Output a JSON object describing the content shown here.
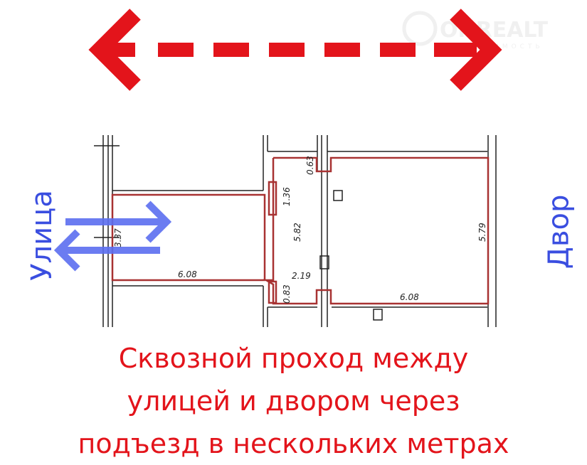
{
  "watermark": {
    "brand": "ONREALT",
    "subtitle": "НЕДВИЖИМОСТЬ"
  },
  "labels": {
    "street": "Улица",
    "yard": "Двор"
  },
  "dimensions": {
    "left_room_width": "6.08",
    "left_room_height": "3.37",
    "corridor_length": "5.82",
    "corridor_width": "2.19",
    "niche_upper": "1.36",
    "niche_lower": "0.83",
    "step": "0.63",
    "right_room_height": "5.79",
    "right_room_width": "6.08"
  },
  "caption": {
    "line1": "Сквозной проход между",
    "line2": "улицей и двором через",
    "line3": "подъезд в нескольких метрах"
  },
  "colors": {
    "red": "#e3141b",
    "blue": "#5b6ef0",
    "wall": "#222222",
    "outline": "#a83232"
  }
}
